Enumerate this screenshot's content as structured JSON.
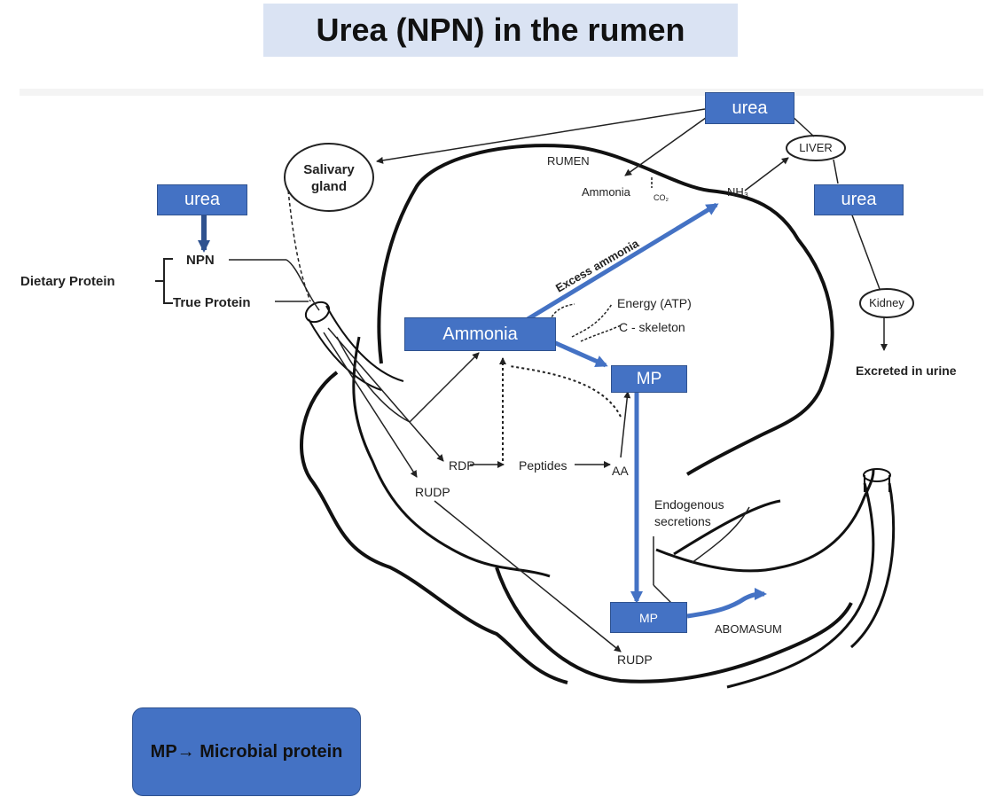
{
  "title": "Urea (NPN) in the rumen",
  "boxes": {
    "urea_top": "urea",
    "urea_left": "urea",
    "urea_right": "urea",
    "ammonia": "Ammonia",
    "mp_center": "MP",
    "mp_bottom": "MP"
  },
  "legend": {
    "text": "MP→ Microbial protein"
  },
  "labels": {
    "salivary": "Salivary",
    "gland": "gland",
    "rumen": "RUMEN",
    "ammonia_small": "Ammonia",
    "co2": "CO₂",
    "nh3": "NH₃",
    "liver": "LIVER",
    "kidney": "Kidney",
    "excreted": "Excreted in urine",
    "npn": "NPN",
    "dietary_protein": "Dietary Protein",
    "true_protein": "True Protein",
    "excess_ammonia": "Excess ammonia",
    "energy": "Energy (ATP)",
    "c_skeleton": "C - skeleton",
    "rdp": "RDP",
    "peptides": "Peptides",
    "aa": "AA",
    "rudp_top": "RUDP",
    "rudp_bottom": "RUDP",
    "endogenous": "Endogenous",
    "secretions": "secretions",
    "abomasum": "ABOMASUM"
  },
  "colors": {
    "blue": "#4472c4",
    "title_bg": "#dae3f3",
    "line": "#222222"
  }
}
